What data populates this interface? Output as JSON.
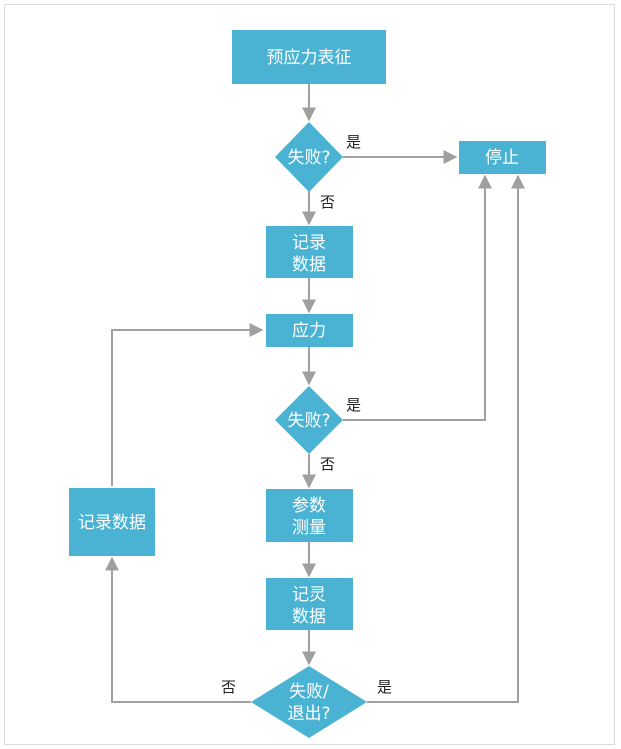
{
  "colors": {
    "node": "#4ab3d3",
    "edge": "#a0a0a0",
    "text_on_node": "#ffffff",
    "edge_label": "#222222"
  },
  "nodes": {
    "prestress": {
      "lines": [
        "预应力表征"
      ]
    },
    "fail1": {
      "lines": [
        "失败?"
      ]
    },
    "stop": {
      "lines": [
        "停止"
      ]
    },
    "record1": {
      "lines": [
        "记录",
        "数据"
      ]
    },
    "stress": {
      "lines": [
        "应力"
      ]
    },
    "fail2": {
      "lines": [
        "失败?"
      ]
    },
    "measure": {
      "lines": [
        "参数",
        "测量"
      ]
    },
    "record2": {
      "lines": [
        "记灵",
        "数据"
      ]
    },
    "record_left": {
      "lines": [
        "记录数据"
      ]
    },
    "fail3": {
      "lines": [
        "失败/",
        "退出?"
      ]
    }
  },
  "edge_labels": {
    "fail1_yes": "是",
    "fail1_no": "否",
    "fail2_yes": "是",
    "fail2_no": "否",
    "fail3_no": "否",
    "fail3_yes": "是"
  }
}
